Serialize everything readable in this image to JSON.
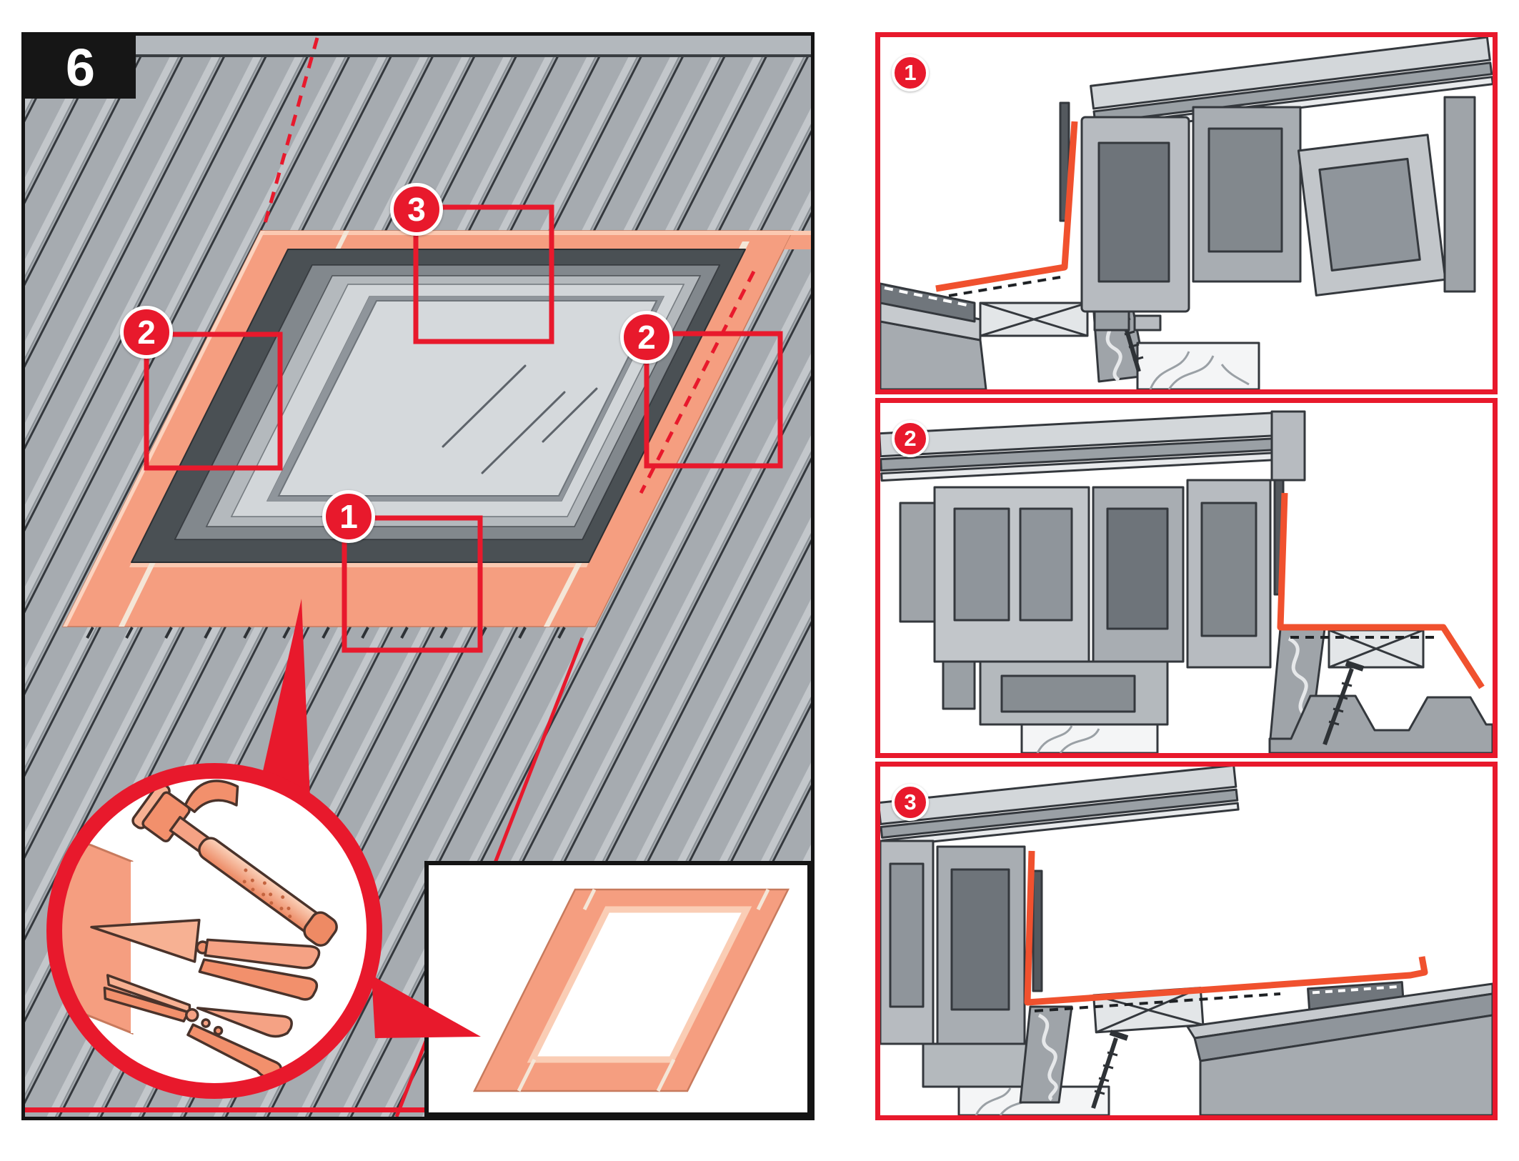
{
  "step_badge": {
    "label": "6"
  },
  "main_panel": {
    "badges": [
      {
        "id": "badge-2-left",
        "label": "2"
      },
      {
        "id": "badge-3-top",
        "label": "3"
      },
      {
        "id": "badge-2-right",
        "label": "2"
      },
      {
        "id": "badge-1-bottom",
        "label": "1"
      }
    ],
    "tools": [
      "hammer",
      "seam-folding-pliers",
      "tin-snips"
    ],
    "features": [
      "metal-standing-seam-roof",
      "skylight-window",
      "salmon-flashing-apron",
      "red-cut-lines",
      "tools-magnifier-circle",
      "flashing-frame-inset"
    ]
  },
  "detail_panels": [
    {
      "id": "section-1",
      "label": "1"
    },
    {
      "id": "section-2",
      "label": "2"
    },
    {
      "id": "section-3",
      "label": "3"
    }
  ],
  "colors": {
    "accent_red": "#E8192C",
    "flashing_red": "#F0512E",
    "flashing_salmon": "#F59E80",
    "salmon_highlight": "#FAC9B1",
    "seam_cream": "#F4E6D7",
    "roof_gray": "#A6ABB0",
    "roof_light": "#C3C7CB",
    "frame_dark": "#4A5054",
    "frame_mid": "#82888D",
    "frame_light": "#B4B9BD",
    "glass": "#D5D9DC",
    "outline": "#34383D",
    "panel_border_black": "#141414"
  }
}
